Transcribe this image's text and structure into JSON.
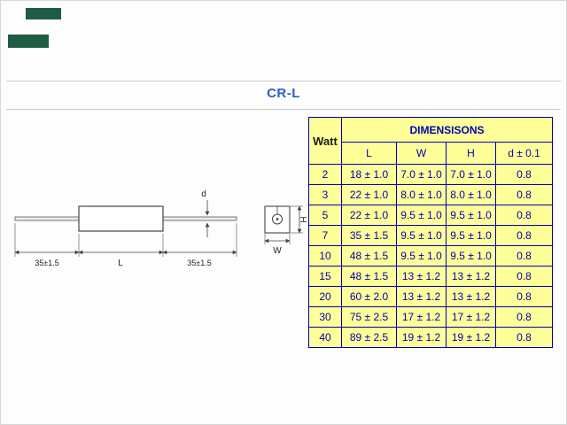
{
  "title": "CR-L",
  "drawing": {
    "d_label": "d",
    "left_lead_dim": "35±1.5",
    "body_dim": "L",
    "right_lead_dim": "35±1.5",
    "height_label": "H",
    "width_label": "W"
  },
  "table": {
    "watt_header": "Watt",
    "dimensions_header": "DIMENSISONS",
    "columns": [
      "L",
      "W",
      "H",
      "d ± 0.1"
    ],
    "rows": [
      {
        "watt": "2",
        "l": "18 ± 1.0",
        "w": "7.0 ± 1.0",
        "h": "7.0 ± 1.0",
        "d": "0.8"
      },
      {
        "watt": "3",
        "l": "22 ± 1.0",
        "w": "8.0 ± 1.0",
        "h": "8.0 ± 1.0",
        "d": "0.8"
      },
      {
        "watt": "5",
        "l": "22 ± 1.0",
        "w": "9.5 ± 1.0",
        "h": "9.5 ± 1.0",
        "d": "0.8"
      },
      {
        "watt": "7",
        "l": "35 ± 1.5",
        "w": "9.5 ± 1.0",
        "h": "9.5 ± 1.0",
        "d": "0.8"
      },
      {
        "watt": "10",
        "l": "48 ± 1.5",
        "w": "9.5 ± 1.0",
        "h": "9.5 ± 1.0",
        "d": "0.8"
      },
      {
        "watt": "15",
        "l": "48 ± 1.5",
        "w": "13 ± 1.2",
        "h": "13 ± 1.2",
        "d": "0.8"
      },
      {
        "watt": "20",
        "l": "60 ± 2.0",
        "w": "13 ± 1.2",
        "h": "13 ± 1.2",
        "d": "0.8"
      },
      {
        "watt": "30",
        "l": "75 ± 2.5",
        "w": "17 ± 1.2",
        "h": "17 ± 1.2",
        "d": "0.8"
      },
      {
        "watt": "40",
        "l": "89 ± 2.5",
        "w": "19 ± 1.2",
        "h": "19 ± 1.2",
        "d": "0.8"
      }
    ]
  },
  "colors": {
    "table_bg": "#ffff99",
    "table_border": "#0000b3",
    "table_text": "#0000b3",
    "title_text": "#2b5fc7",
    "corner_mark": "#1e5c44"
  }
}
